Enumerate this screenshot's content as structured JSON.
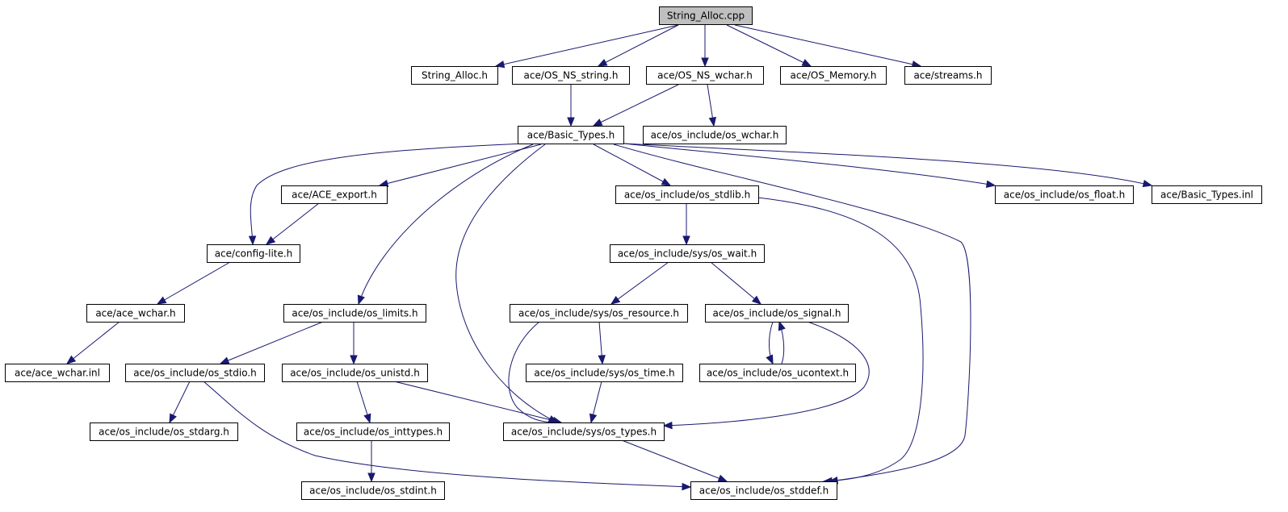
{
  "graph": {
    "title": "String_Alloc.cpp",
    "colors": {
      "edge": "#191970",
      "root_fill": "#bfbfbf",
      "node_fill": "#ffffff",
      "node_border": "#000000"
    },
    "nodes": [
      {
        "id": "root",
        "label": "String_Alloc.cpp"
      },
      {
        "id": "sa_h",
        "label": "String_Alloc.h"
      },
      {
        "id": "osns_string",
        "label": "ace/OS_NS_string.h"
      },
      {
        "id": "osns_wchar",
        "label": "ace/OS_NS_wchar.h"
      },
      {
        "id": "os_memory",
        "label": "ace/OS_Memory.h"
      },
      {
        "id": "streams",
        "label": "ace/streams.h"
      },
      {
        "id": "basic_types",
        "label": "ace/Basic_Types.h"
      },
      {
        "id": "os_wchar",
        "label": "ace/os_include/os_wchar.h"
      },
      {
        "id": "ace_export",
        "label": "ace/ACE_export.h"
      },
      {
        "id": "os_stdlib",
        "label": "ace/os_include/os_stdlib.h"
      },
      {
        "id": "os_float",
        "label": "ace/os_include/os_float.h"
      },
      {
        "id": "basic_types_inl",
        "label": "ace/Basic_Types.inl"
      },
      {
        "id": "config_lite",
        "label": "ace/config-lite.h"
      },
      {
        "id": "sys_os_wait",
        "label": "ace/os_include/sys/os_wait.h"
      },
      {
        "id": "ace_wchar_h",
        "label": "ace/ace_wchar.h"
      },
      {
        "id": "os_limits",
        "label": "ace/os_include/os_limits.h"
      },
      {
        "id": "sys_os_resource",
        "label": "ace/os_include/sys/os_resource.h"
      },
      {
        "id": "os_signal",
        "label": "ace/os_include/os_signal.h"
      },
      {
        "id": "ace_wchar_inl",
        "label": "ace/ace_wchar.inl"
      },
      {
        "id": "os_stdio",
        "label": "ace/os_include/os_stdio.h"
      },
      {
        "id": "os_unistd",
        "label": "ace/os_include/os_unistd.h"
      },
      {
        "id": "sys_os_time",
        "label": "ace/os_include/sys/os_time.h"
      },
      {
        "id": "os_ucontext",
        "label": "ace/os_include/os_ucontext.h"
      },
      {
        "id": "os_stdarg",
        "label": "ace/os_include/os_stdarg.h"
      },
      {
        "id": "os_inttypes",
        "label": "ace/os_include/os_inttypes.h"
      },
      {
        "id": "sys_os_types",
        "label": "ace/os_include/sys/os_types.h"
      },
      {
        "id": "os_stdint",
        "label": "ace/os_include/os_stdint.h"
      },
      {
        "id": "os_stddef",
        "label": "ace/os_include/os_stddef.h"
      }
    ],
    "edges": [
      [
        "root",
        "sa_h"
      ],
      [
        "root",
        "osns_string"
      ],
      [
        "root",
        "osns_wchar"
      ],
      [
        "root",
        "os_memory"
      ],
      [
        "root",
        "streams"
      ],
      [
        "osns_string",
        "basic_types"
      ],
      [
        "osns_wchar",
        "basic_types"
      ],
      [
        "osns_wchar",
        "os_wchar"
      ],
      [
        "basic_types",
        "config_lite"
      ],
      [
        "basic_types",
        "ace_export"
      ],
      [
        "basic_types",
        "os_limits"
      ],
      [
        "basic_types",
        "sys_os_types"
      ],
      [
        "basic_types",
        "os_stdlib"
      ],
      [
        "basic_types",
        "os_stddef"
      ],
      [
        "basic_types",
        "os_float"
      ],
      [
        "basic_types",
        "basic_types_inl"
      ],
      [
        "ace_export",
        "config_lite"
      ],
      [
        "config_lite",
        "ace_wchar_h"
      ],
      [
        "ace_wchar_h",
        "ace_wchar_inl"
      ],
      [
        "os_stdlib",
        "sys_os_wait"
      ],
      [
        "os_stdlib",
        "os_stddef"
      ],
      [
        "sys_os_wait",
        "sys_os_resource"
      ],
      [
        "sys_os_wait",
        "os_signal"
      ],
      [
        "os_limits",
        "os_stdio"
      ],
      [
        "os_limits",
        "os_unistd"
      ],
      [
        "sys_os_resource",
        "sys_os_time"
      ],
      [
        "sys_os_resource",
        "sys_os_types"
      ],
      [
        "os_signal",
        "os_ucontext"
      ],
      [
        "os_ucontext",
        "os_signal"
      ],
      [
        "os_signal",
        "sys_os_types"
      ],
      [
        "os_stdio",
        "os_stdarg"
      ],
      [
        "os_stdio",
        "os_stddef"
      ],
      [
        "os_unistd",
        "os_inttypes"
      ],
      [
        "os_unistd",
        "sys_os_types"
      ],
      [
        "sys_os_time",
        "sys_os_types"
      ],
      [
        "os_inttypes",
        "os_stdint"
      ],
      [
        "sys_os_types",
        "os_stddef"
      ]
    ]
  }
}
